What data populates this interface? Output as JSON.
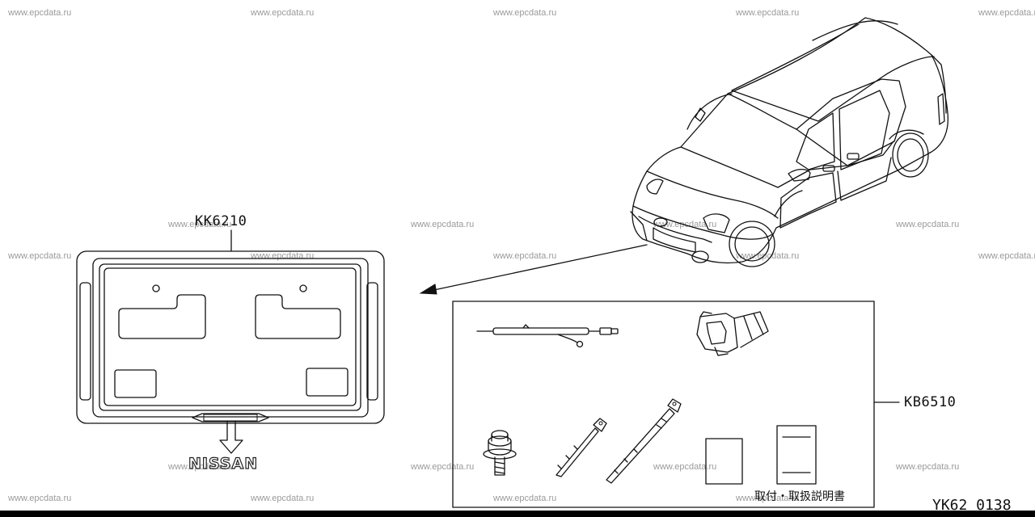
{
  "watermark_text": "www.epcdata.ru",
  "labels": {
    "plate_frame_part": "KK6210",
    "accessory_kit_part": "KB6510",
    "instruction_sheet_jp": "取付・取扱説明書",
    "emblem_text": "NISSAN"
  },
  "diagram_code": "YK62 0138",
  "colors": {
    "line": "#111111",
    "watermark": "#9a9a9a",
    "background": "#ffffff"
  },
  "icons": [
    "vehicle-icon",
    "license-plate-frame",
    "arrow-down-icon",
    "harness-icon",
    "bracket-clip-icon",
    "bolt-icon",
    "cable-tie-icon",
    "manual-sheet-icon"
  ]
}
